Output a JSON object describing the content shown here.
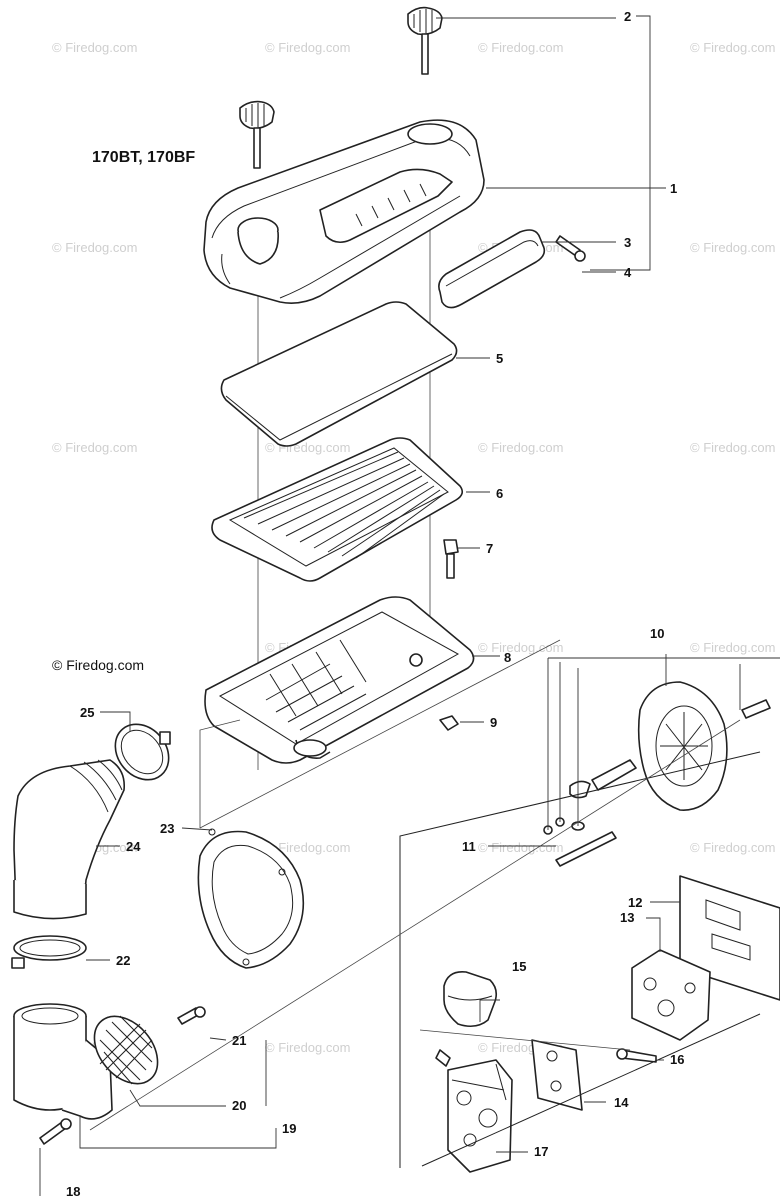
{
  "title": "170BT, 170BF",
  "copyright": "© Firedog.com",
  "watermark": "© Firedog.com",
  "part_numbers": [
    "1",
    "2",
    "3",
    "4",
    "5",
    "6",
    "7",
    "8",
    "9",
    "10",
    "11",
    "12",
    "13",
    "14",
    "15",
    "16",
    "17",
    "18",
    "19",
    "20",
    "21",
    "22",
    "23",
    "24",
    "25"
  ]
}
